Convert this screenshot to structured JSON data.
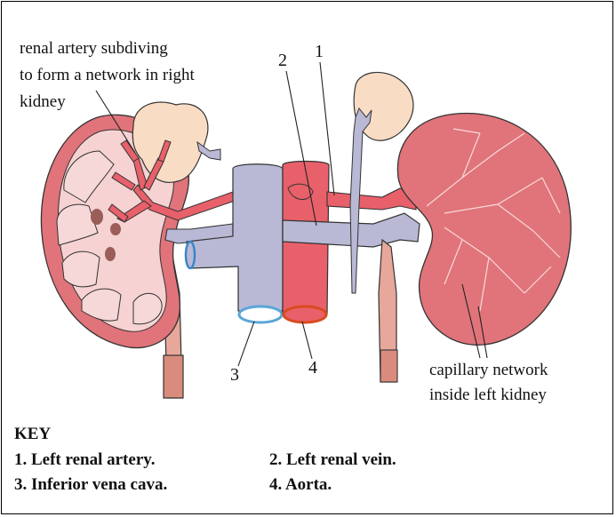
{
  "labels": {
    "right_kidney_line1": "renal artery subdiving",
    "right_kidney_line2": "to form a network in right",
    "right_kidney_line3": "kidney",
    "left_kidney_line1": "capillary network",
    "left_kidney_line2": "inside left kidney",
    "num1": "1",
    "num2": "2",
    "num3": "3",
    "num4": "4"
  },
  "key": {
    "title": "KEY",
    "items": [
      "1.   Left renal artery.",
      "2. Left renal vein.",
      "3.   Inferior vena cava.",
      "4. Aorta."
    ]
  },
  "colors": {
    "artery": "#e8606a",
    "vein": "#b9b9d6",
    "kidney": "#e0747a",
    "kidney_light": "#f6d2d2",
    "adrenal": "#f8dcc4",
    "ureter": "#d9968a",
    "vein_ring": "#5aa6d8",
    "artery_ring": "#d94b1f"
  }
}
